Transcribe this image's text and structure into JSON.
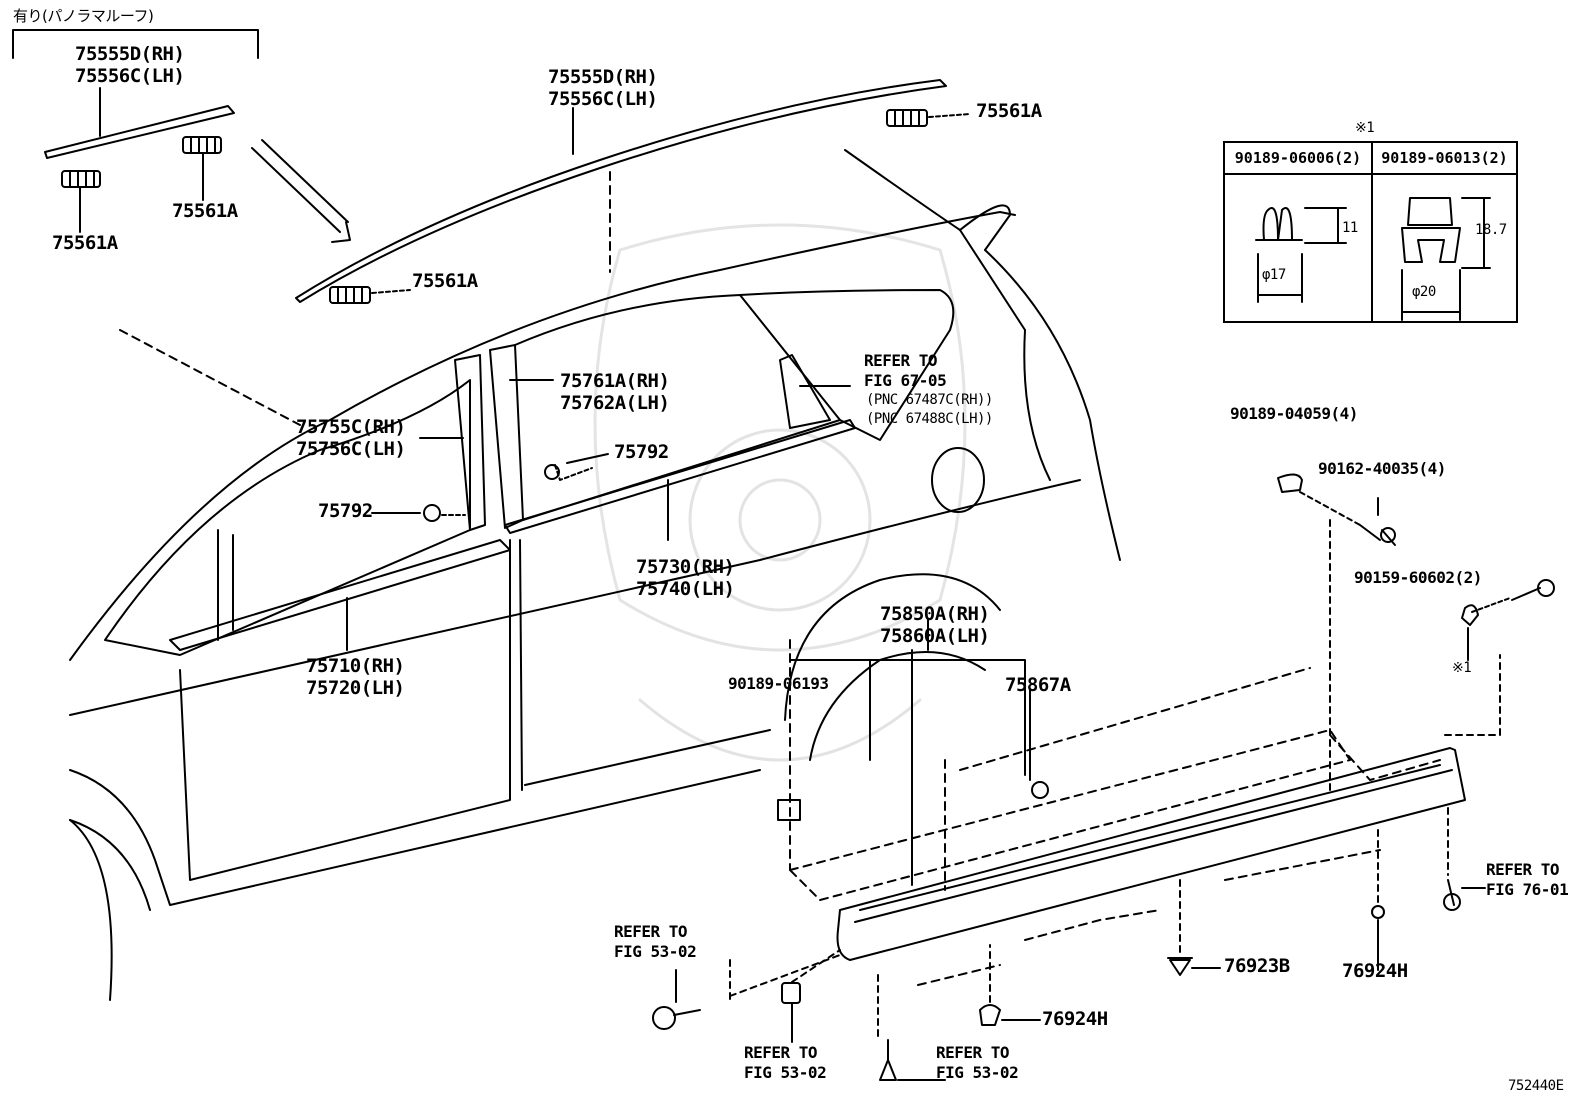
{
  "diagram_code": "752440E",
  "panorama_roof_note": "有り(パノラマルーフ)",
  "labels": {
    "roof_mold_top": [
      "75555D(RH)",
      "75556C(LH)"
    ],
    "roof_mold_inset": [
      "75555D(RH)",
      "75556C(LH)"
    ],
    "clip_75561A_a": "75561A",
    "clip_75561A_b": "75561A",
    "clip_75561A_c": "75561A",
    "clip_75561A_d": "75561A",
    "pillar_front": [
      "75755C(RH)",
      "75756C(LH)"
    ],
    "pillar_rear": [
      "75761A(RH)",
      "75762A(LH)"
    ],
    "clip_75792_a": "75792",
    "clip_75792_b": "75792",
    "belt_front": [
      "75710(RH)",
      "75720(LH)"
    ],
    "belt_rear": [
      "75730(RH)",
      "75740(LH)"
    ],
    "refer_67": [
      "REFER TO",
      "FIG 67-05"
    ],
    "pnc": [
      "(PNC 67487C(RH))",
      "(PNC 67488C(LH))"
    ],
    "rocker": [
      "75850A(RH)",
      "75860A(LH)"
    ],
    "screw_90189_06193": "90189-06193",
    "clip_75867A": "75867A",
    "clip_90189_04059": "90189-04059(4)",
    "screw_90162_40035": "90162-40035(4)",
    "screw_90159_60602": "90159-60602(2)",
    "note_1_small": "※1",
    "refer_76": [
      "REFER TO",
      "FIG 76-01"
    ],
    "refer_53_a": [
      "REFER TO",
      "FIG 53-02"
    ],
    "refer_53_b": [
      "REFER TO",
      "FIG 53-02"
    ],
    "refer_53_c": [
      "REFER TO",
      "FIG 53-02"
    ],
    "clip_76923B": "76923B",
    "clip_76924H_a": "76924H",
    "clip_76924H_b": "76924H"
  },
  "clip_table": {
    "note": "※1",
    "col1_header": "90189-06006(2)",
    "col2_header": "90189-06013(2)",
    "col1_height": "11",
    "col1_diameter": "φ17",
    "col2_height": "18.7",
    "col2_diameter": "φ20"
  }
}
